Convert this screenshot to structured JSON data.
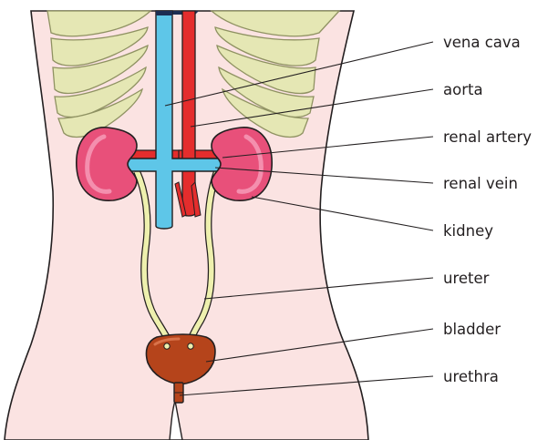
{
  "labels": {
    "vena_cava": "vena cava",
    "aorta": "aorta",
    "renal_artery": "renal artery",
    "renal_vein": "renal vein",
    "kidney": "kidney",
    "ureter": "ureter",
    "bladder": "bladder",
    "urethra": "urethra"
  },
  "colors": {
    "skin": "#fbe3e2",
    "skin_outline": "#231f20",
    "rib_fill": "#e5e7b4",
    "rib_stroke": "#8f9262",
    "vein_blue": "#5ec6e8",
    "artery_red": "#e42d2d",
    "kidney_pink": "#e8507a",
    "ureter_yellow": "#eef0ae",
    "bladder_brown": "#b5441b"
  }
}
